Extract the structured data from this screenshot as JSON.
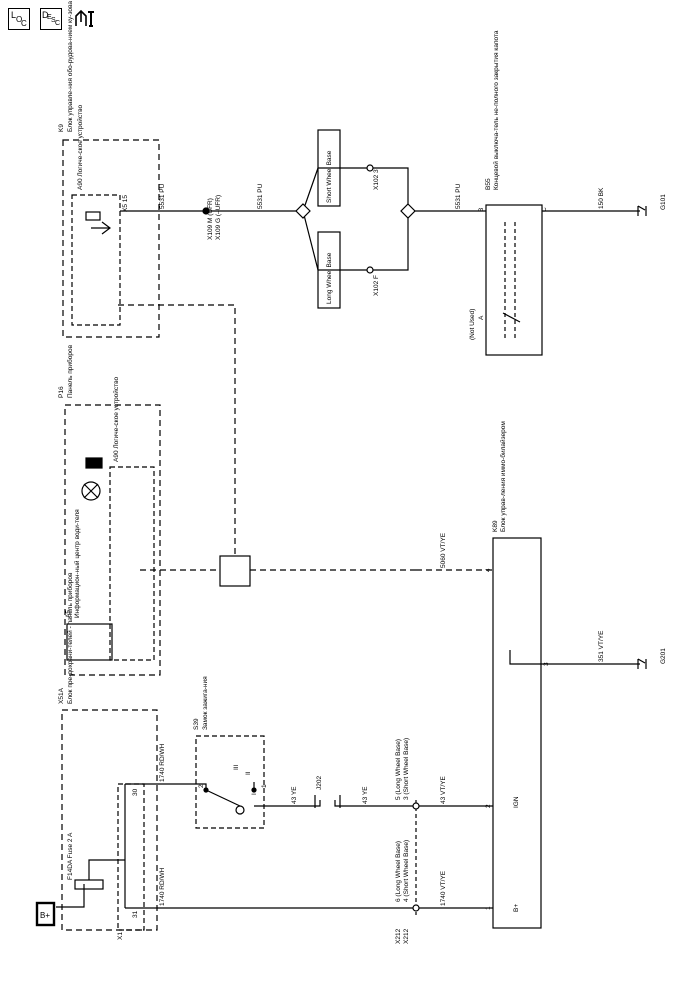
{
  "header_icons": {
    "loc": {
      "c1": "L",
      "c2": "O",
      "c3": "C"
    },
    "desc": {
      "c1": "D",
      "c2": "E",
      "c3": "S",
      "c4": "C"
    }
  },
  "labels": {
    "k9_name": "K9",
    "k9_desc": "Блок управле-ния обо-рудова-нием ку-зова",
    "a90_k9": "A90 Логиче-ское устройство",
    "x5_15": "X5  15",
    "w5531_a": "5531 PU",
    "x109": "X109  M (UFR)",
    "x109b": "X109  G (–UFR)",
    "w5531_b": "5531 PU",
    "swb": "Short Wheel Base",
    "lwb": "Long Wheel Base",
    "x102_3": "X102  3",
    "x102_f": "X102  F",
    "w5531_c": "5531 PU",
    "b55_pinb": "B",
    "b55_name": "B55",
    "b55_desc": "Концевой выключа-тель не-полного закрытия капота",
    "b55_pinc": "C",
    "b55_pina": "A",
    "not_used": "(Not Used)",
    "w150": "150 BK",
    "g101": "G101",
    "p16_name": "P16",
    "p16_desc": "Панель приборов",
    "a5_name": "A5",
    "a5_desc": "Информацион-ный центр води-теля",
    "a90_p16": "A90 Логиче-ское устройство",
    "w5060": "5060 VT/YE",
    "k89_pin4": "4",
    "k89_name": "K89",
    "k89_desc": "Блок управ-ления иммо-билайзером",
    "w351": "351 VT/YE",
    "k89_pin3": "3",
    "g201": "G201",
    "x51a_name": "X51A",
    "x51a_desc": "Блок пре-дохрани-телей - панель приборов",
    "s39_name": "S39",
    "s39_desc": "Замок зажига-ния",
    "s39_iii": "III",
    "s39_ii": "II",
    "s39_i": "I",
    "s39_pin2": "2",
    "s39_pin1": "1",
    "w1740_a": "1740 RD/WH",
    "w43_ye_a": "43 YE",
    "j202": "J202",
    "w43_ye_b": "43 YE",
    "x212_lwb_5": "5 (Long Wheel Base)",
    "x212_swb_3": "3 (Short Wheel Base)",
    "w43_vtye": "43 VT/YE",
    "k89_pin2": "2",
    "k89_ign": "IGN",
    "bplus": "B+",
    "fuse": "F14DA Fuse 2 A",
    "x1_31": "31",
    "x1_30": "30",
    "x1": "X1",
    "w1740_b": "1740 RD/WH",
    "x212": "X212",
    "x212b": "X212",
    "x212_lwb_6": "6 (Long Wheel Base)",
    "x212_swb_4": "4 (Short Wheel Base)",
    "w1740_vtye": "1740 VT/YE",
    "k89_pin1": "1",
    "k89_bplus": "B+"
  }
}
